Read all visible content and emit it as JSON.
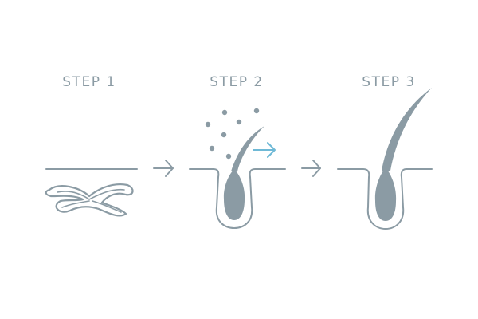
{
  "steps": [
    {
      "label": "STEP 1"
    },
    {
      "label": "STEP 2"
    },
    {
      "label": "STEP 3"
    }
  ],
  "colors": {
    "line": "#8b9ba4",
    "hair_fill": "#8b9ba4",
    "accent_arrow": "#6fb9d6",
    "particles": "#8b9ba4",
    "background": "#ffffff"
  },
  "icons": {
    "step1": "damaged-hair-follicle-icon",
    "step2": "treatment-particles-icon",
    "step3": "healthy-hair-growth-icon",
    "arrows": "arrow-right-icon"
  }
}
